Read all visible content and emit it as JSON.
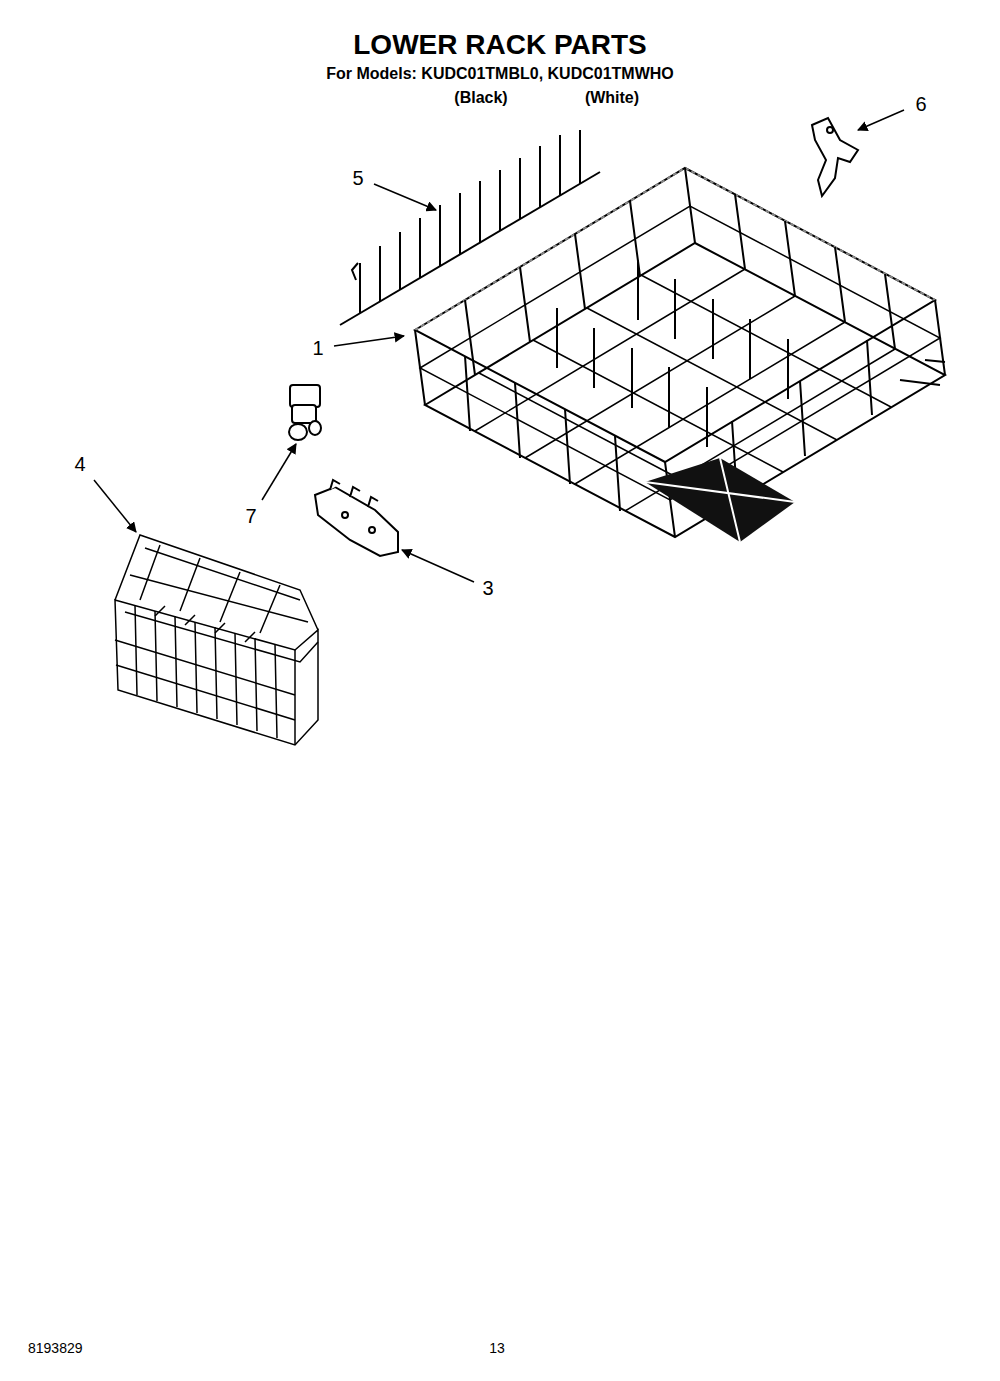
{
  "diagram": {
    "title": "LOWER RACK PARTS",
    "labels": [
      "For Models: KUDC01TMBL0, KUDC01TMWHO",
      "(Black)",
      "(White)",
      "5",
      "6",
      "1",
      "4",
      "7",
      "3",
      "8193829",
      "13"
    ]
  }
}
